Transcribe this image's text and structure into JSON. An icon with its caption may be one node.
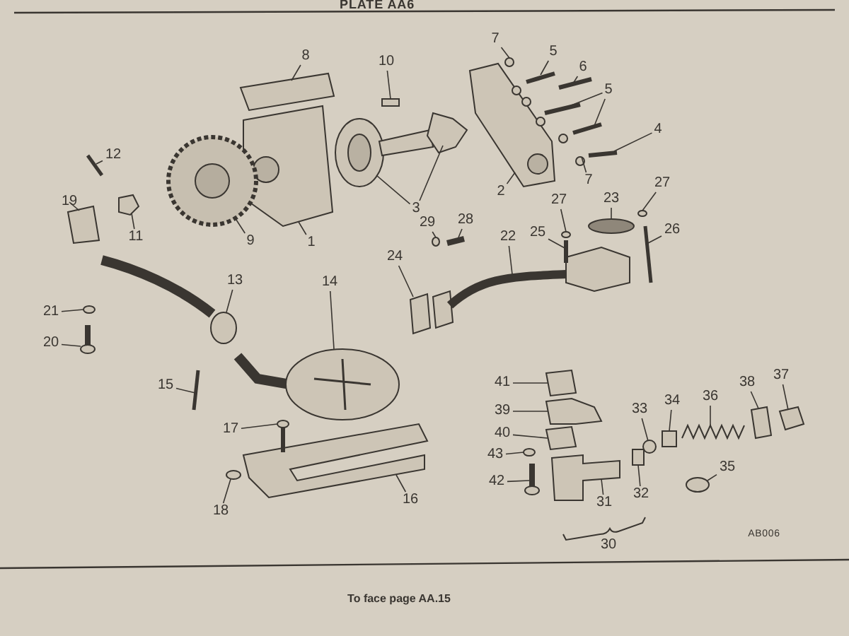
{
  "diagram": {
    "title": "PLATE AA6",
    "nodes": [
      {
        "text": [
          "7"
        ]
      },
      {
        "text": [
          "5"
        ]
      },
      {
        "text": [
          "8"
        ]
      },
      {
        "text": [
          "10"
        ]
      },
      {
        "text": [
          "6"
        ]
      },
      {
        "text": [
          "5"
        ]
      },
      {
        "text": [
          "4"
        ]
      },
      {
        "text": [
          "12"
        ]
      },
      {
        "text": [
          "7"
        ]
      },
      {
        "text": [
          "2"
        ]
      },
      {
        "text": [
          "23"
        ]
      },
      {
        "text": [
          "19"
        ]
      },
      {
        "text": [
          "3"
        ]
      },
      {
        "text": [
          "27"
        ]
      },
      {
        "text": [
          "27"
        ]
      },
      {
        "text": [
          "11"
        ]
      },
      {
        "text": [
          "1"
        ]
      },
      {
        "text": [
          "26"
        ]
      },
      {
        "text": [
          "25"
        ]
      },
      {
        "text": [
          "22"
        ]
      },
      {
        "text": [
          "9"
        ]
      },
      {
        "text": [
          "28"
        ]
      },
      {
        "text": [
          "29"
        ]
      },
      {
        "text": [
          "24"
        ]
      },
      {
        "text": [
          "13"
        ]
      },
      {
        "text": [
          "14"
        ]
      },
      {
        "text": [
          "21"
        ]
      },
      {
        "text": [
          "20"
        ]
      },
      {
        "text": [
          "41"
        ]
      },
      {
        "text": [
          "15"
        ]
      },
      {
        "text": [
          "37"
        ]
      },
      {
        "text": [
          "38"
        ]
      },
      {
        "text": [
          "36"
        ]
      },
      {
        "text": [
          "34"
        ]
      },
      {
        "text": [
          "39"
        ]
      },
      {
        "text": [
          "33"
        ]
      },
      {
        "text": [
          "17"
        ]
      },
      {
        "text": [
          "40"
        ]
      },
      {
        "text": [
          "43"
        ]
      },
      {
        "text": [
          "35"
        ]
      },
      {
        "text": [
          "42"
        ]
      },
      {
        "text": [
          "32"
        ]
      },
      {
        "text": [
          "18"
        ]
      },
      {
        "text": [
          "16"
        ]
      },
      {
        "text": [
          "31"
        ]
      },
      {
        "text": [],
        "shape": "circle"
      },
      {
        "text": [],
        "shape": "picture"
      },
      {
        "text": [],
        "shape": "box"
      },
      {
        "text": [],
        "shape": "box"
      },
      {
        "text": [],
        "shape": "picture"
      },
      {
        "text": [],
        "shape": "picture"
      },
      {
        "text": [],
        "shape": "picture"
      },
      {
        "text": [],
        "shape": "picture"
      },
      {
        "text": [],
        "shape": "picture"
      },
      {
        "text": [],
        "shape": "circle"
      },
      {
        "text": [],
        "shape": "picture"
      },
      {
        "text": [],
        "shape": "circle"
      },
      {
        "text": [],
        "shape": "box"
      },
      {
        "text": [],
        "shape": "picture"
      },
      {
        "text": [],
        "shape": "picture"
      },
      {
        "text": [],
        "shape": "circle"
      },
      {
        "text": [],
        "shape": "circle"
      },
      {
        "text": [],
        "shape": "box"
      },
      {
        "text": [],
        "shape": "picture"
      },
      {
        "text": [],
        "shape": "picture"
      },
      {
        "text": [],
        "shape": "picture"
      },
      {
        "text": [],
        "shape": "picture"
      },
      {
        "text": [],
        "shape": "picture"
      },
      {
        "text": [],
        "shape": "picture"
      },
      {
        "text": [],
        "shape": "circle"
      },
      {
        "text": [],
        "shape": "box"
      },
      {
        "text": [],
        "shape": "picture"
      },
      {
        "text": [],
        "shape": "picture"
      },
      {
        "text": [],
        "shape": "circle"
      },
      {
        "text": [],
        "shape": "picture"
      },
      {
        "text": [],
        "shape": "box"
      },
      {
        "text": [],
        "shape": "picture"
      },
      {
        "text": [],
        "shape": "box"
      },
      {
        "text": [],
        "shape": "box"
      },
      {
        "text": [],
        "shape": "picture"
      },
      {
        "text": [],
        "shape": "box"
      },
      {
        "text": [],
        "shape": "box"
      },
      {
        "text": [],
        "shape": "circle"
      },
      {
        "text": [],
        "shape": "picture"
      },
      {
        "text": [],
        "shape": "box"
      },
      {
        "text": [],
        "shape": "circle"
      },
      {
        "text": [],
        "shape": "circle"
      },
      {
        "text": [],
        "shape": "picture"
      },
      {
        "text": [],
        "shape": "box"
      },
      {
        "text": [],
        "shape": "circle"
      },
      {
        "text": [],
        "shape": "picture"
      },
      {
        "text": [],
        "shape": "box"
      }
    ],
    "edges": [
      {
        "from": 0,
        "to": 45,
        "arrow": "none"
      },
      {
        "from": 1,
        "to": 46,
        "arrow": "none"
      },
      {
        "from": 2,
        "to": 47,
        "arrow": "none"
      },
      {
        "from": 3,
        "to": 48,
        "arrow": "none"
      },
      {
        "from": 4,
        "to": 49,
        "arrow": "none"
      },
      {
        "from": 5,
        "to": 50,
        "arrow": "none"
      },
      {
        "from": 5,
        "to": 51,
        "arrow": "none"
      },
      {
        "from": 6,
        "to": 52,
        "arrow": "none"
      },
      {
        "from": 7,
        "to": 53,
        "arrow": "none"
      },
      {
        "from": 8,
        "to": 54,
        "arrow": "none"
      },
      {
        "from": 9,
        "to": 55,
        "arrow": "none"
      },
      {
        "from": 10,
        "to": 56,
        "arrow": "none"
      },
      {
        "from": 11,
        "to": 57,
        "arrow": "none"
      },
      {
        "from": 12,
        "to": 58,
        "arrow": "none"
      },
      {
        "from": 12,
        "to": 59,
        "arrow": "none"
      },
      {
        "from": 13,
        "to": 60,
        "arrow": "none"
      },
      {
        "from": 14,
        "to": 61,
        "arrow": "none"
      },
      {
        "from": 15,
        "to": 62,
        "arrow": "none"
      },
      {
        "from": 16,
        "to": 63,
        "arrow": "none"
      },
      {
        "from": 17,
        "to": 64,
        "arrow": "none"
      },
      {
        "from": 18,
        "to": 65,
        "arrow": "none"
      },
      {
        "from": 19,
        "to": 66,
        "arrow": "none"
      },
      {
        "from": 20,
        "to": 67,
        "arrow": "none"
      },
      {
        "from": 21,
        "to": 68,
        "arrow": "none"
      },
      {
        "from": 22,
        "to": 69,
        "arrow": "none"
      },
      {
        "from": 23,
        "to": 70,
        "arrow": "none"
      },
      {
        "from": 24,
        "to": 71,
        "arrow": "none"
      },
      {
        "from": 25,
        "to": 72,
        "arrow": "none"
      },
      {
        "from": 26,
        "to": 73,
        "arrow": "none"
      },
      {
        "from": 27,
        "to": 74,
        "arrow": "none"
      },
      {
        "from": 28,
        "to": 75,
        "arrow": "none"
      },
      {
        "from": 29,
        "to": 76,
        "arrow": "none"
      },
      {
        "from": 30,
        "to": 77,
        "arrow": "none"
      },
      {
        "from": 31,
        "to": 78,
        "arrow": "none"
      },
      {
        "from": 32,
        "to": 79,
        "arrow": "none"
      },
      {
        "from": 33,
        "to": 80,
        "arrow": "none"
      },
      {
        "from": 34,
        "to": 81,
        "arrow": "none"
      },
      {
        "from": 35,
        "to": 82,
        "arrow": "none"
      },
      {
        "from": 36,
        "to": 83,
        "arrow": "none"
      },
      {
        "from": 37,
        "to": 84,
        "arrow": "none"
      },
      {
        "from": 38,
        "to": 85,
        "arrow": "none"
      },
      {
        "from": 39,
        "to": 86,
        "arrow": "none"
      },
      {
        "from": 40,
        "to": 87,
        "arrow": "none"
      },
      {
        "from": 41,
        "to": 88,
        "arrow": "none"
      },
      {
        "from": 42,
        "to": 89,
        "arrow": "none"
      },
      {
        "from": 43,
        "to": 90,
        "arrow": "none"
      },
      {
        "from": 44,
        "to": 91,
        "arrow": "none"
      }
    ],
    "labels": [
      "30",
      "AB006",
      "To face page AA.15"
    ]
  }
}
